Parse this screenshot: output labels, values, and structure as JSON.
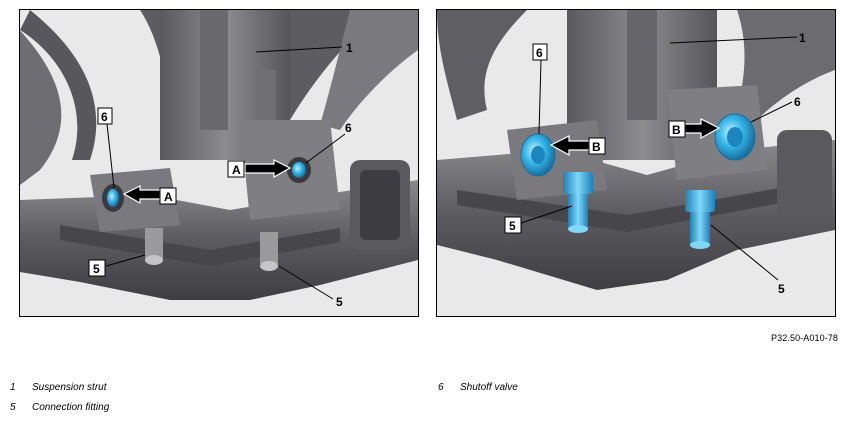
{
  "figure_reference": "P32.50-A010-78",
  "callouts": {
    "strut": "1",
    "fitting": "5",
    "valve": "6",
    "arrow_a": "A",
    "arrow_b": "B"
  },
  "legend": [
    {
      "number": "1",
      "text": "Suspension strut"
    },
    {
      "number": "5",
      "text": "Connection fitting"
    },
    {
      "number": "6",
      "text": "Shutoff valve"
    }
  ],
  "colors": {
    "metal_dark": "#4a4a4d",
    "metal_mid": "#6d6d70",
    "metal_light": "#9a9a9c",
    "highlight_blue": "#35b7e8",
    "background": "#ececec"
  }
}
